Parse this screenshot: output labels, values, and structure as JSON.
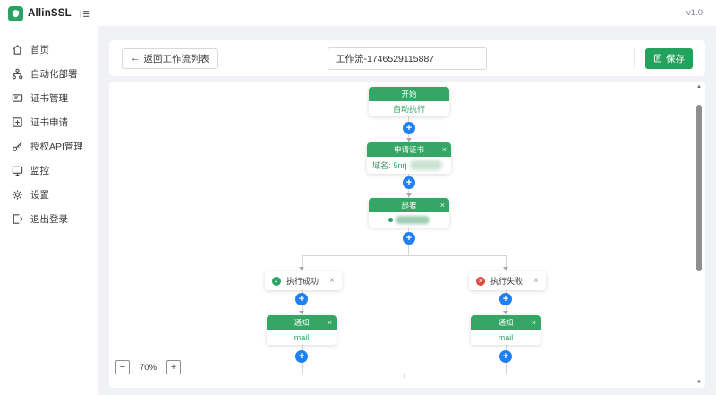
{
  "app": {
    "name": "AllinSSL",
    "version": "v1.0"
  },
  "sidebar": {
    "items": [
      {
        "label": "首页",
        "icon": "home-icon"
      },
      {
        "label": "自动化部署",
        "icon": "deploy-icon"
      },
      {
        "label": "证书管理",
        "icon": "cert-manage-icon"
      },
      {
        "label": "证书申请",
        "icon": "cert-apply-icon"
      },
      {
        "label": "授权API管理",
        "icon": "api-key-icon"
      },
      {
        "label": "监控",
        "icon": "monitor-icon"
      },
      {
        "label": "设置",
        "icon": "gear-icon"
      },
      {
        "label": "退出登录",
        "icon": "logout-icon"
      }
    ]
  },
  "toolbar": {
    "back_label": "返回工作流列表",
    "workflow_name": "工作流-1746529115887",
    "save_label": "保存"
  },
  "canvas": {
    "zoom_level": "70%"
  },
  "workflow": {
    "start": {
      "title": "开始",
      "subtitle": "自动执行"
    },
    "apply_cert": {
      "title": "申请证书",
      "field_label": "域名:",
      "field_value": "5nrj"
    },
    "deploy": {
      "title": "部署"
    },
    "branch_success": {
      "label": "执行成功"
    },
    "branch_fail": {
      "label": "执行失败"
    },
    "notify_success": {
      "title": "通知",
      "body": "mail"
    },
    "notify_fail": {
      "title": "通知",
      "body": "mail"
    }
  },
  "icons": {
    "close": "×",
    "plus": "+",
    "minus": "−",
    "back_arrow": "←",
    "scroll_up": "▲",
    "scroll_down": "▼",
    "check": "✓",
    "cross": "✕"
  },
  "colors": {
    "brand_green": "#2ca164",
    "info_blue": "#2080f0",
    "error_red": "#e2483d"
  }
}
